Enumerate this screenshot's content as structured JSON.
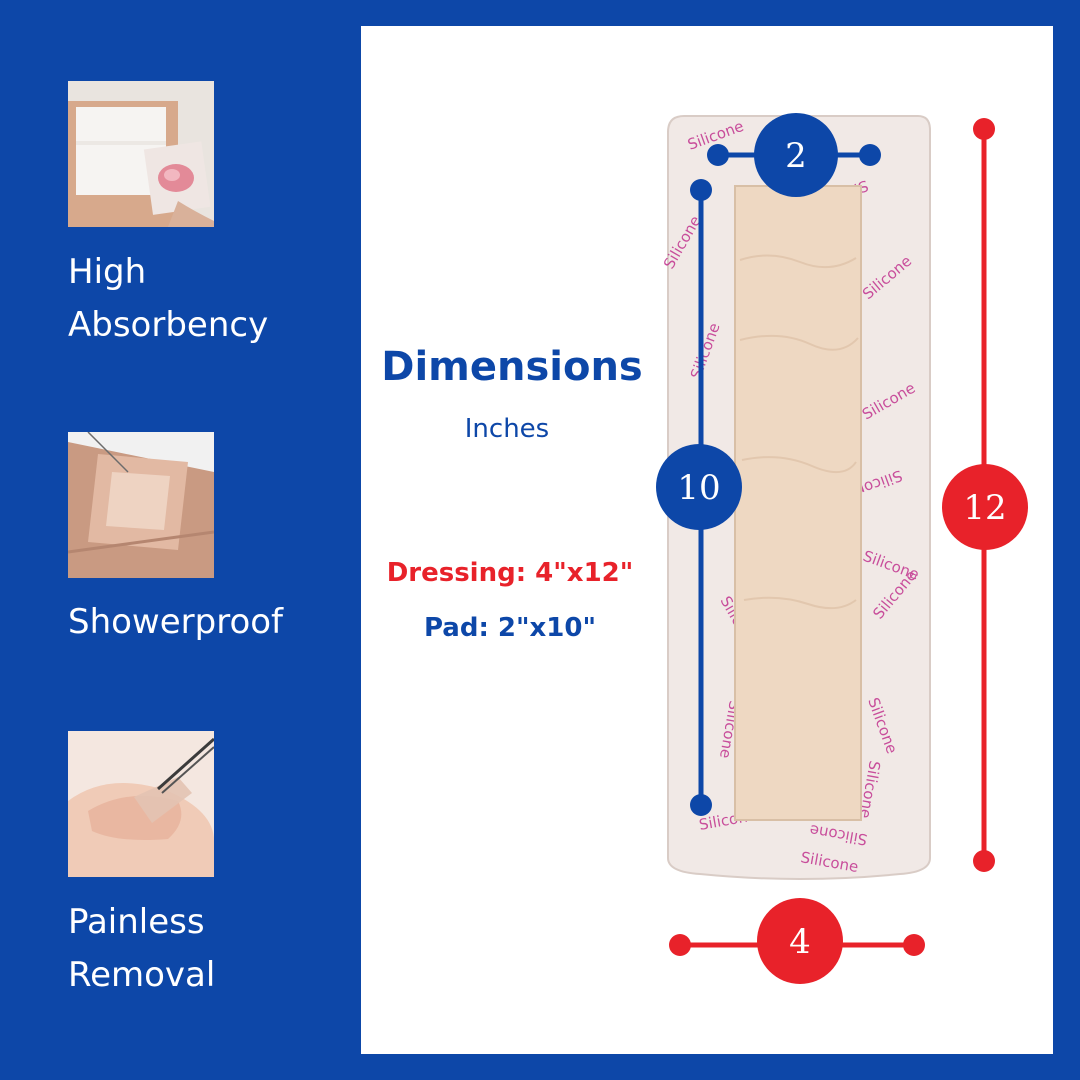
{
  "features": [
    {
      "label": "High\nAbsorbency",
      "image": "absorbent-pad-photo"
    },
    {
      "label": "Showerproof",
      "image": "dressing-on-skin-photo"
    },
    {
      "label": "Painless\nRemoval",
      "image": "removal-with-tweezers-photo"
    }
  ],
  "heading": {
    "title": "Dimensions",
    "units": "Inches",
    "dressing_spec": "Dressing: 4\"x12\"",
    "pad_spec": "Pad: 2\"x10\""
  },
  "dimensions": {
    "pad_width": "2",
    "pad_length": "10",
    "dressing_length": "12",
    "dressing_width": "4"
  },
  "product": {
    "print_text": "Silicone"
  },
  "colors": {
    "brand_blue": "#0d47a8",
    "accent_red": "#e8222a",
    "print_magenta": "#c2338f"
  }
}
